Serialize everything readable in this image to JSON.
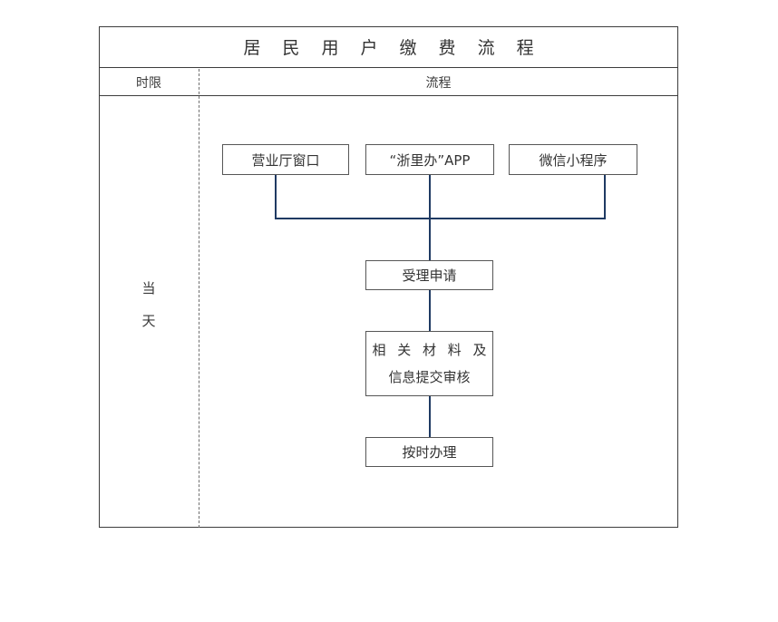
{
  "document": {
    "title": "居 民 用 户 缴 费 流 程"
  },
  "table": {
    "headers": {
      "time_limit": "时限",
      "process": "流程"
    },
    "time_limit_value": {
      "line1": "当",
      "line2": "天"
    }
  },
  "flow": {
    "channels": [
      {
        "label": "营业厅窗口"
      },
      {
        "label": "“浙里办”APP"
      },
      {
        "label": "微信小程序"
      }
    ],
    "steps": [
      {
        "label": "受理申请"
      },
      {
        "line1": "相 关 材 料 及",
        "line2": "信息提交审核"
      },
      {
        "label": "按时办理"
      }
    ]
  },
  "colors": {
    "connector": "#1f3a63",
    "box_border": "#565656",
    "table_border": "#3d3d3d",
    "divider": "#6f6f6f",
    "text": "#333333",
    "background": "#ffffff"
  }
}
